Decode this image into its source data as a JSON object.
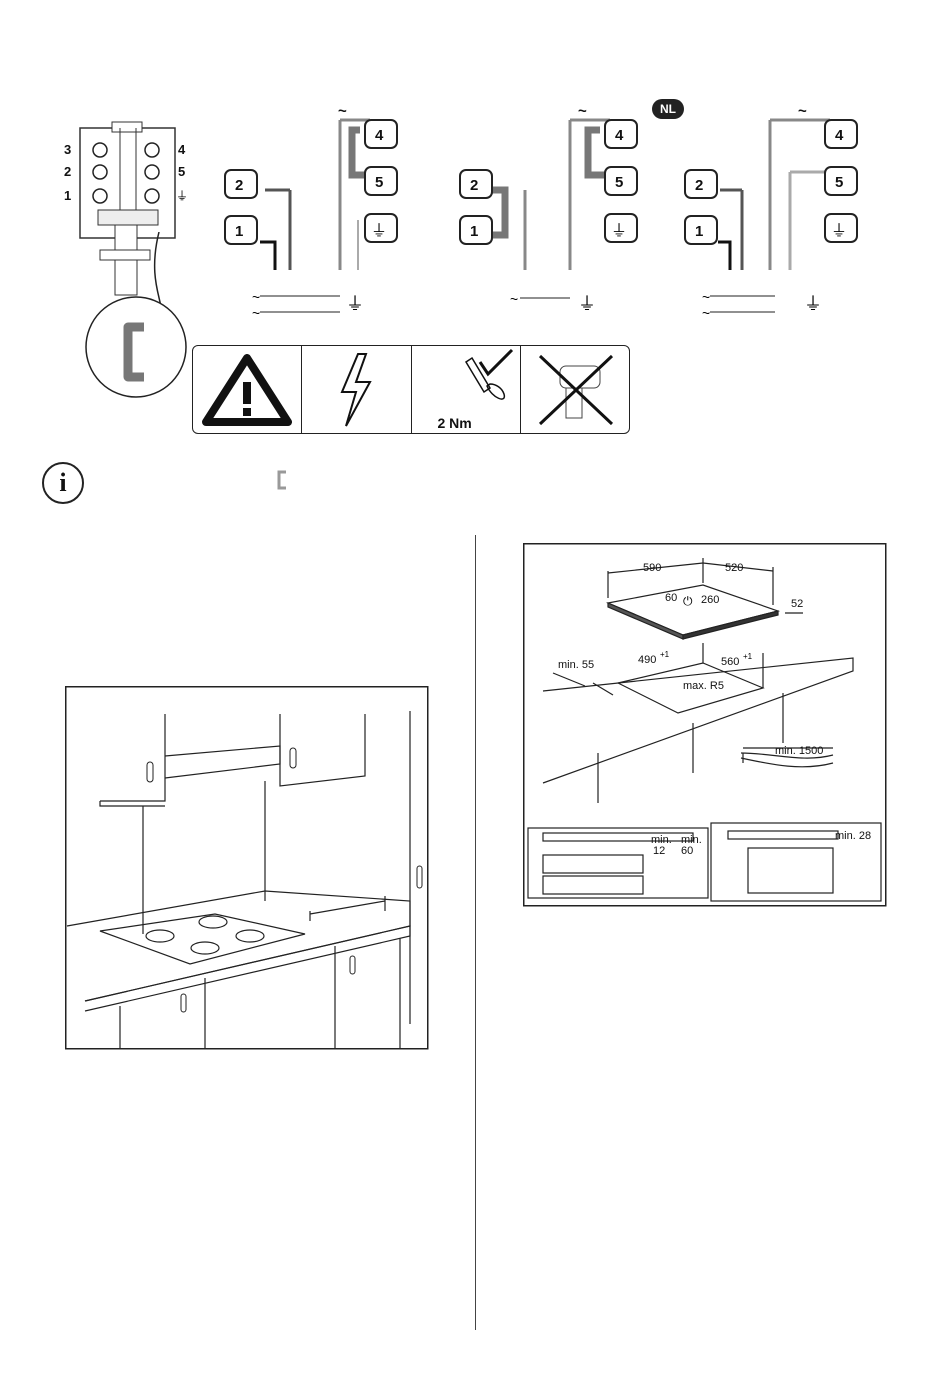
{
  "header": {
    "language_badge": "NL"
  },
  "terminal_block": {
    "left_numbers": [
      "3",
      "2",
      "1"
    ],
    "right_numbers": [
      "4",
      "5"
    ]
  },
  "wiring": {
    "tilde": "~",
    "diagrams": [
      {
        "terminals": [
          "4",
          "5",
          "2",
          "1"
        ]
      },
      {
        "terminals": [
          "4",
          "5",
          "2",
          "1"
        ]
      },
      {
        "terminals": [
          "4",
          "5",
          "2",
          "1"
        ]
      }
    ]
  },
  "safety": {
    "torque_label": "2 Nm"
  },
  "cutout": {
    "width": "590",
    "depth": "520",
    "offset_a": "60",
    "offset_b": "260",
    "height": "52",
    "margin_front": "min. 55",
    "cut_width": "490",
    "cut_width_tol": "+1",
    "cut_depth": "560",
    "cut_depth_tol": "+1",
    "radius": "max. R5",
    "cable": "min. 1500",
    "min_a": "min.",
    "min_a_val": "12",
    "min_b": "min.",
    "min_b_val": "60",
    "min_c": "min. 28"
  }
}
